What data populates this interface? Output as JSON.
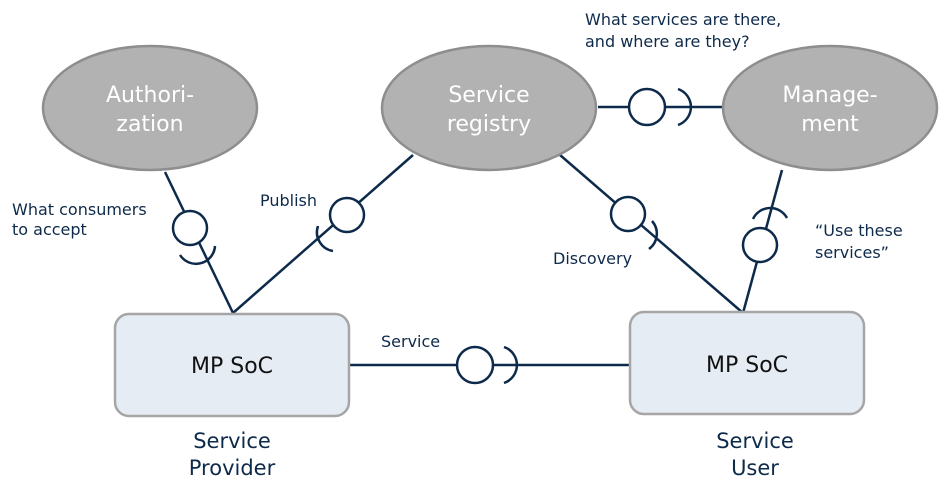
{
  "nodes": {
    "authorization": [
      "Authori-",
      "zation"
    ],
    "registry": [
      "Service",
      "registry"
    ],
    "management": [
      "Manage-",
      "ment"
    ],
    "provider_box": "MP SoC",
    "user_box": "MP SoC"
  },
  "captions": {
    "provider": [
      "Service",
      "Provider"
    ],
    "user": [
      "Service",
      "User"
    ]
  },
  "interface_labels": {
    "what_consumers": [
      "What consumers",
      "to accept"
    ],
    "publish": "Publish",
    "discovery": "Discovery",
    "use_services": [
      "“Use these",
      "services”"
    ],
    "service": "Service",
    "what_services": [
      "What services are there,",
      "and where are they?"
    ]
  },
  "colors": {
    "ellipse_fill": "#b2b2b2",
    "box_fill": "#e5ecf4",
    "line": "#0e2a4b"
  }
}
